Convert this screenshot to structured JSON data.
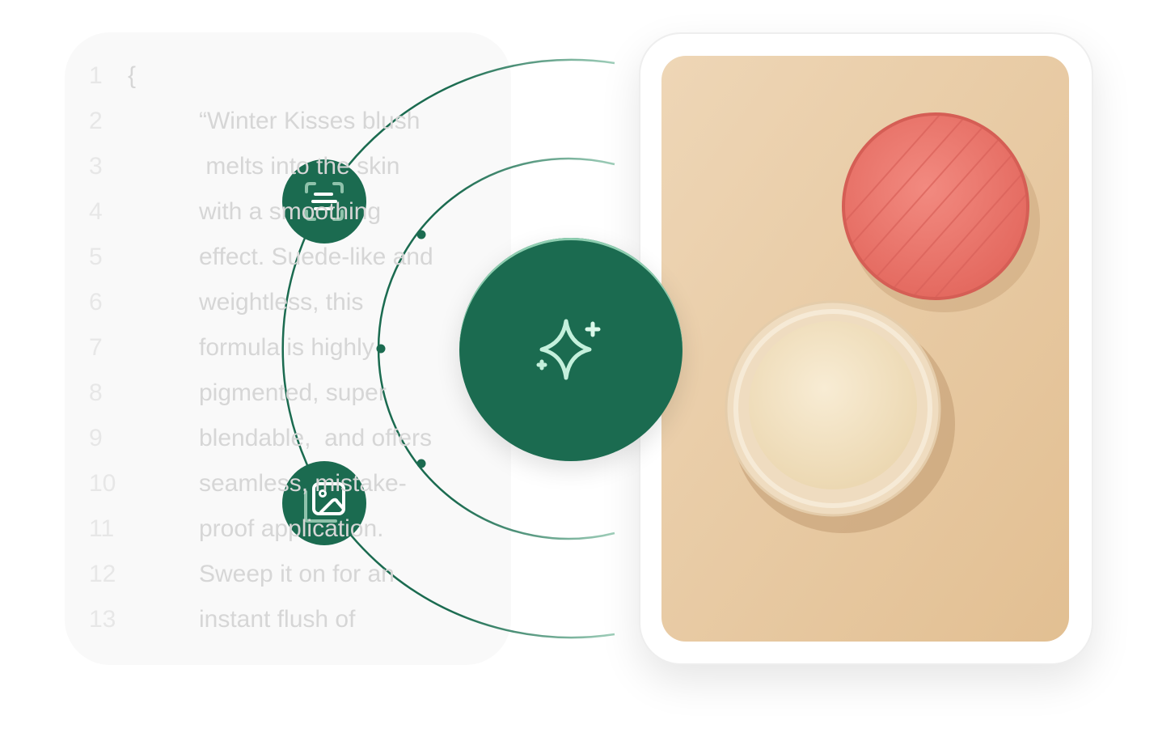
{
  "code": {
    "lines": [
      {
        "n": "1",
        "text": "{",
        "indent": false
      },
      {
        "n": "2",
        "text": "“Winter Kisses blush",
        "indent": true
      },
      {
        "n": "3",
        "text": " melts into the skin",
        "indent": true
      },
      {
        "n": "4",
        "text": "with a smoothing",
        "indent": true
      },
      {
        "n": "5",
        "text": "effect. Suede-like and",
        "indent": true
      },
      {
        "n": "6",
        "text": "weightless, this",
        "indent": true
      },
      {
        "n": "7",
        "text": "formula is highly",
        "indent": true
      },
      {
        "n": "8",
        "text": "pigmented, super",
        "indent": true
      },
      {
        "n": "9",
        "text": "blendable,  and offers",
        "indent": true
      },
      {
        "n": "10",
        "text": "seamless, mistake-",
        "indent": true
      },
      {
        "n": "11",
        "text": "proof application.",
        "indent": true
      },
      {
        "n": "12",
        "text": "Sweep it on for an",
        "indent": true
      },
      {
        "n": "13",
        "text": "instant flush of",
        "indent": true
      }
    ]
  },
  "nodes": {
    "text_node_icon": "text-scan-icon",
    "image_node_icon": "image-gallery-icon",
    "hub_icon": "sparkles-icon"
  },
  "colors": {
    "brand_green": "#1b6b50",
    "accent_mint": "#c4f0dc",
    "photo_background": "#e6c8a0",
    "blush_lid": "#ec7a70",
    "powder": "#f3e4c4"
  }
}
